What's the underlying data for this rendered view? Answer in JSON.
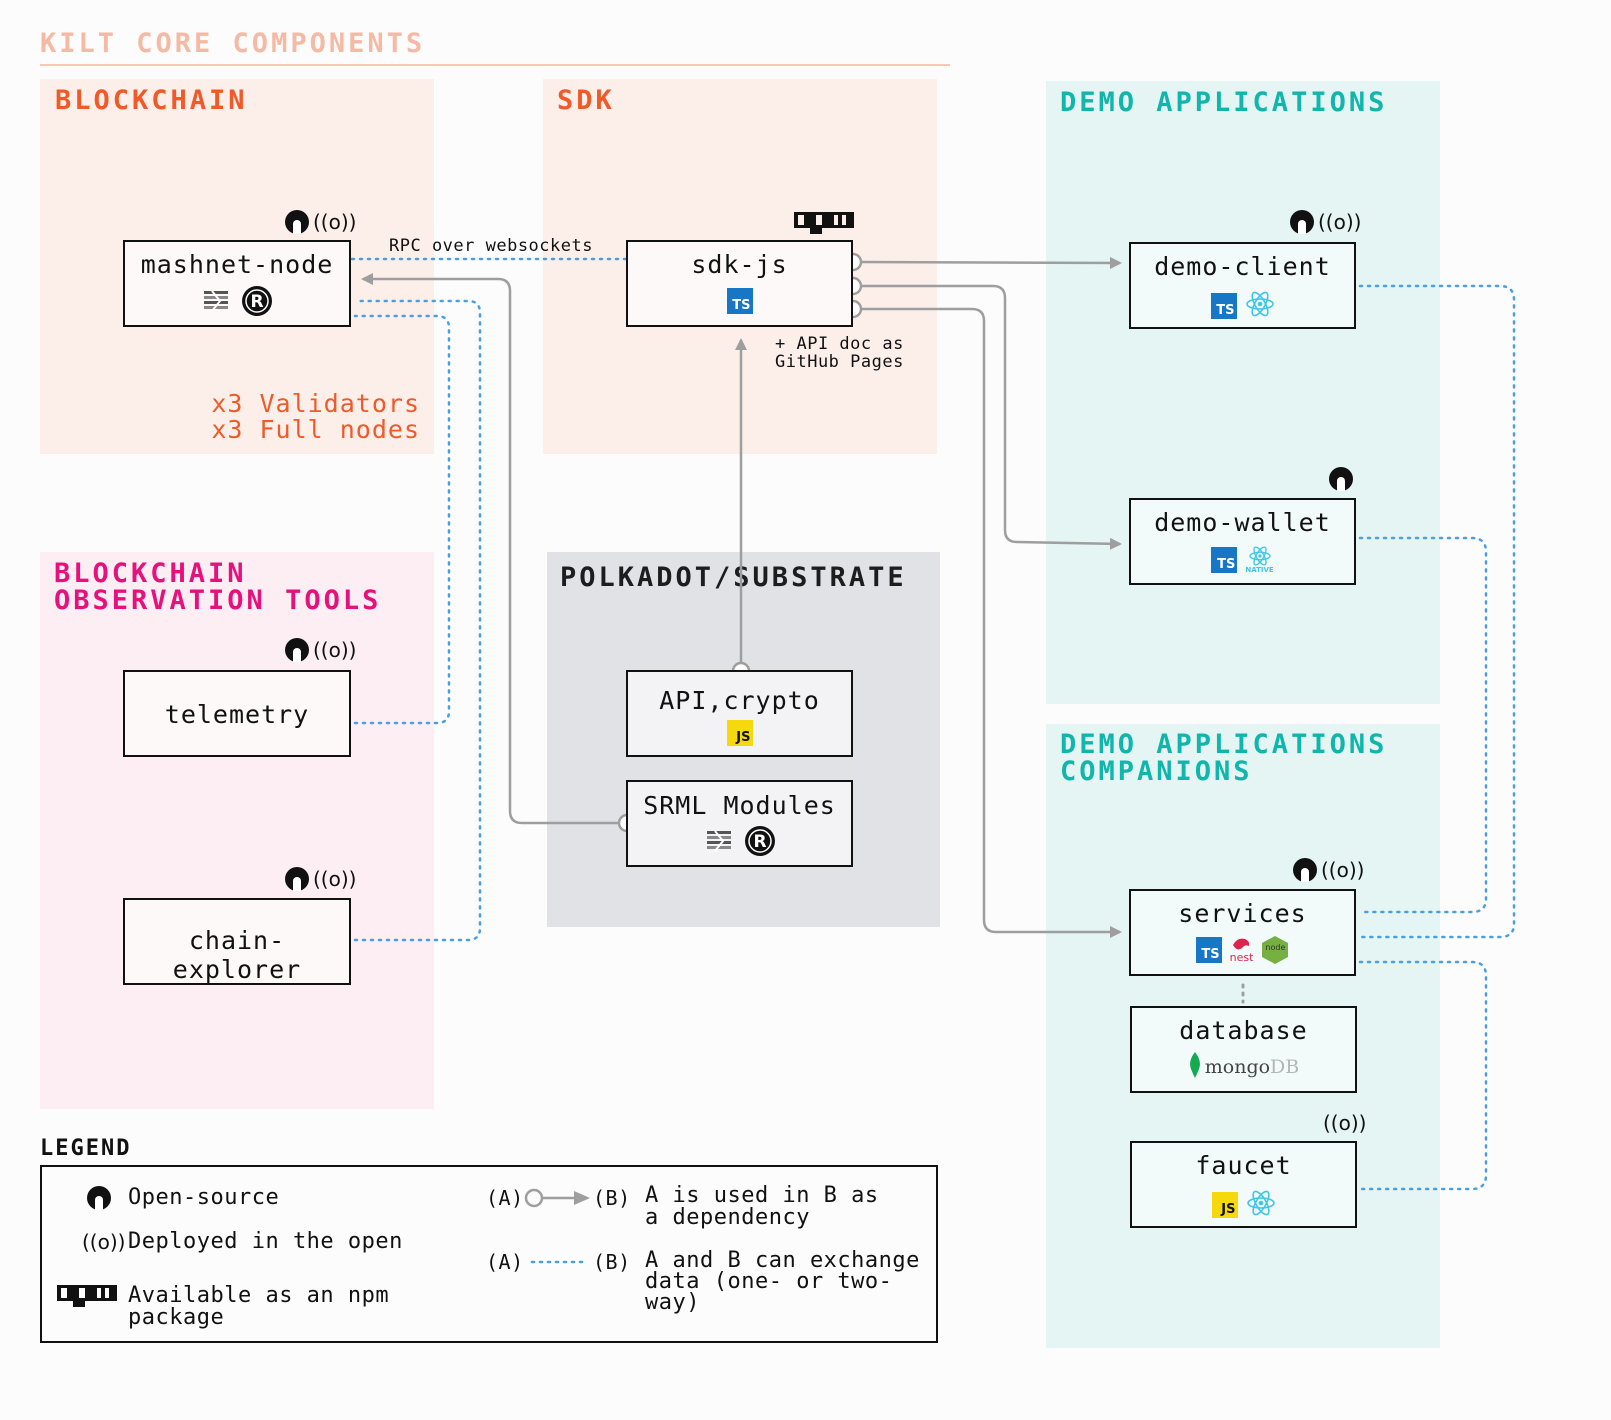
{
  "title": "KILT CORE COMPONENTS",
  "panels": {
    "blockchain": "BLOCKCHAIN",
    "sdk": "SDK",
    "demo_apps": "DEMO APPLICATIONS",
    "observation_1": "BLOCKCHAIN",
    "observation_2": "OBSERVATION TOOLS",
    "polkadot": "POLKADOT/SUBSTRATE",
    "companions_1": "DEMO APPLICATIONS",
    "companions_2": "COMPANIONS"
  },
  "nodes": {
    "mashnet_node": "mashnet-node",
    "sdk_js": "sdk-js",
    "demo_client": "demo-client",
    "demo_wallet": "demo-wallet",
    "telemetry": "telemetry",
    "chain_explorer": "chain-explorer",
    "api_crypto": "API,crypto",
    "srml_modules": "SRML Modules",
    "services": "services",
    "database": "database",
    "faucet": "faucet"
  },
  "badges": {
    "ts": "TS",
    "js": "JS",
    "npm": "npm",
    "native": "NATIVE",
    "nest": "nest",
    "node": "node",
    "mongo": "mongo",
    "db": "DB",
    "wave": "((o))"
  },
  "annotations": {
    "rpc": "RPC over websockets",
    "api_doc_1": "+ API doc as",
    "api_doc_2": "GitHub Pages",
    "validators": "x3 Validators",
    "full_nodes": "x3 Full nodes"
  },
  "legend": {
    "title": "LEGEND",
    "open_source": "Open-source",
    "deployed": "Deployed in the open",
    "npm_1": "Available as an npm",
    "npm_2": "package",
    "a": "(A)",
    "b": "(B)",
    "dep_1": "A is used in B as",
    "dep_2": "a dependency",
    "ex_1": "A and B can exchange",
    "ex_2": "data (one- or two-",
    "ex_3": "way)"
  },
  "colors": {
    "orange": "#f05a28",
    "pink": "#e6117c",
    "teal": "#10b6ac",
    "dotted_link": "#4a9fe0",
    "dependency_arrow": "#9e9e9e"
  },
  "icon_names": [
    "open-source-icon",
    "deployed-icon",
    "npm-icon",
    "rust-icon",
    "substrate-icon",
    "typescript-icon",
    "javascript-icon",
    "react-icon",
    "nest-icon",
    "nodejs-icon",
    "mongodb-icon"
  ]
}
